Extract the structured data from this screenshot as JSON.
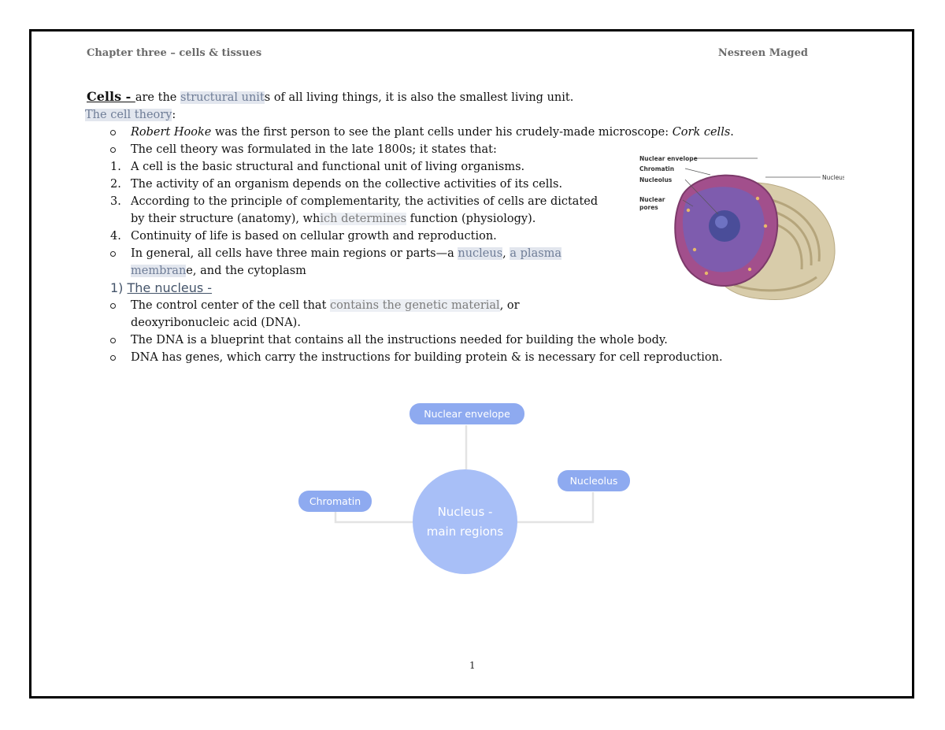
{
  "header": {
    "left": "Chapter three – cells & tissues",
    "right": "Nesreen Maged"
  },
  "intro": {
    "cells_label": "Cells - ",
    "cells_pre": " are the ",
    "cells_hl": "structural unit",
    "cells_post": "s of all living things, it is also the smallest living unit.",
    "theory_label": "The cell theory",
    "theory_colon": ":"
  },
  "theory": {
    "hooke_name": "Robert Hooke",
    "hooke_text": " was the first person to see the plant cells under his crudely-made microscope: ",
    "hooke_cork": "Cork cells",
    "hooke_end": ".",
    "formulated": "The cell theory was formulated in the late 1800s; it states that:",
    "items": [
      {
        "num": "1.",
        "text": "A cell is the basic structural and functional unit of living organisms."
      },
      {
        "num": "2.",
        "text": "The activity of an organism depends on the collective activities of its cells."
      },
      {
        "num": "3.",
        "text": "According to the principle of complementarity, the activities of cells are dictated"
      },
      {
        "num": "4.",
        "text": "Continuity of life is based on cellular growth and reproduction."
      }
    ],
    "item3_cont_pre": "by their structure (anatomy), wh",
    "item3_cont_hl": "ich determines",
    "item3_cont_post": " function (physiology).",
    "general_pre": "In general, all cells have three main regions or parts—a ",
    "general_hl1": "nucleus",
    "general_mid": ", ",
    "general_hl2": "a plasma",
    "general_cont_hl": "membran",
    "general_cont_post": "e, and the cytoplasm"
  },
  "nucleus_section": {
    "number": "1)",
    "title": "The nucleus -",
    "control_pre": "The control center of the cell that ",
    "control_hl": "contains the genetic material",
    "control_post": ", or",
    "control_cont": "deoxyribonucleic acid (DNA).",
    "dna_blueprint": "The DNA is a blueprint that contains all the instructions needed for building the whole body.",
    "dna_genes": "DNA has genes, which carry the instructions for building protein & is necessary for cell reproduction."
  },
  "figure": {
    "labels": {
      "nuclear_envelope": "Nuclear envelope",
      "chromatin": "Chromatin",
      "nucleolus": "Nucleolus",
      "nuclear_pores_1": "Nuclear",
      "nuclear_pores_2": "pores",
      "nucleus": "Nucleus"
    }
  },
  "mindmap": {
    "center_line1": "Nucleus -",
    "center_line2": "main regions",
    "top": "Nuclear envelope",
    "left": "Chromatin",
    "right": "Nucleolus",
    "node_color": "#8eaaf0",
    "center_color": "#a8bff7",
    "connector_color": "#e3e3e3"
  },
  "page_number": "1"
}
